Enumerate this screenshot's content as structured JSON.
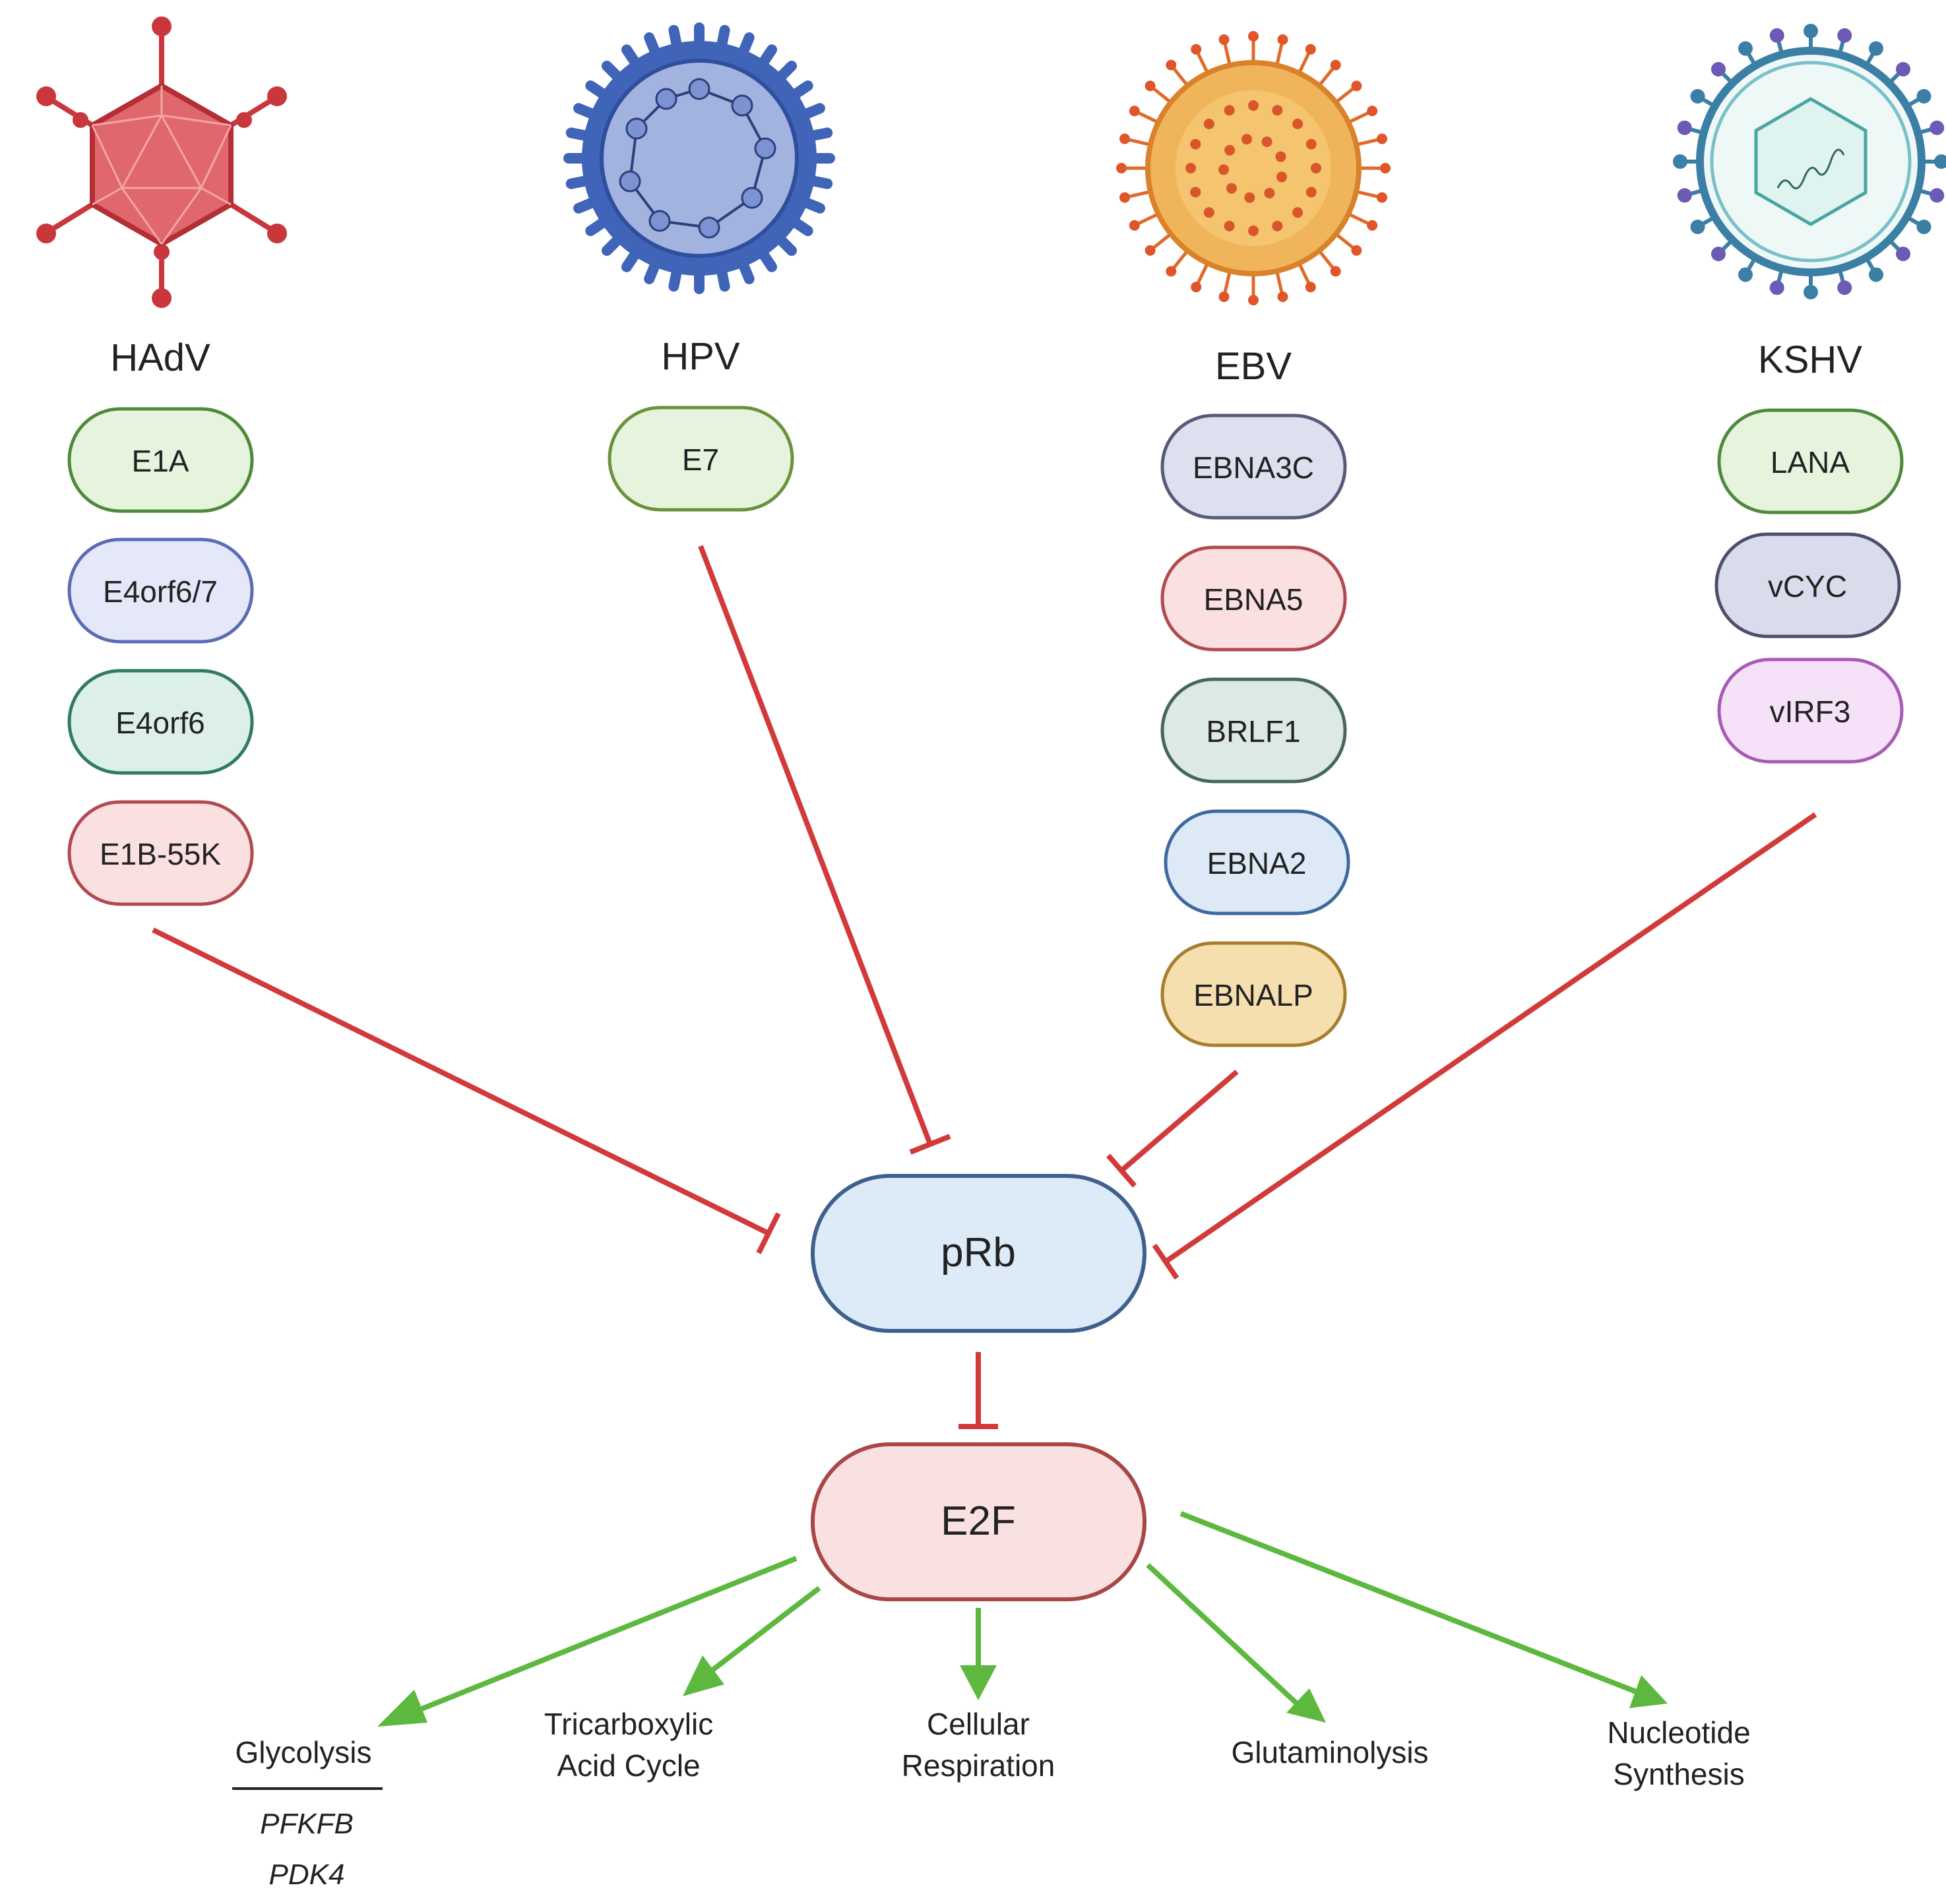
{
  "viruses": [
    {
      "name": "HAdV",
      "icon": "adenovirus-icon",
      "color": "#d9454a"
    },
    {
      "name": "HPV",
      "icon": "papillomavirus-icon",
      "color": "#3f64b8"
    },
    {
      "name": "EBV",
      "icon": "epstein-barr-virus-icon",
      "color": "#e0892a"
    },
    {
      "name": "KSHV",
      "icon": "herpesvirus-icon",
      "color": "#3b7ea6"
    }
  ],
  "proteins": {
    "hadv": [
      "E1A",
      "E4orf6/7",
      "E4orf6",
      "E1B-55K"
    ],
    "hpv": [
      "E7"
    ],
    "ebv": [
      "EBNA3C",
      "EBNA5",
      "BRLF1",
      "EBNA2",
      "EBNALP"
    ],
    "kshv": [
      "LANA",
      "vCYC",
      "vIRF3"
    ]
  },
  "core": {
    "prb": "pRb",
    "e2f": "E2F"
  },
  "outcomes": {
    "glycolysis": [
      "Glycolysis"
    ],
    "tca": [
      "Tricarboxylic",
      "Acid Cycle"
    ],
    "respiration": [
      "Cellular",
      "Respiration"
    ],
    "glutaminolysis": [
      "Glutaminolysis"
    ],
    "nucleotide": [
      "Nucleotide",
      "Synthesis"
    ]
  },
  "glycolysis_genes": [
    "PFKFB",
    "PDK4"
  ],
  "colors": {
    "inhibition": "#d23a3a",
    "activation": "#5cb83e",
    "prb_fill": "#ddebf8",
    "prb_stroke": "#3f5f8f",
    "e2f_fill": "#fae1e1",
    "e2f_stroke": "#a94646"
  }
}
